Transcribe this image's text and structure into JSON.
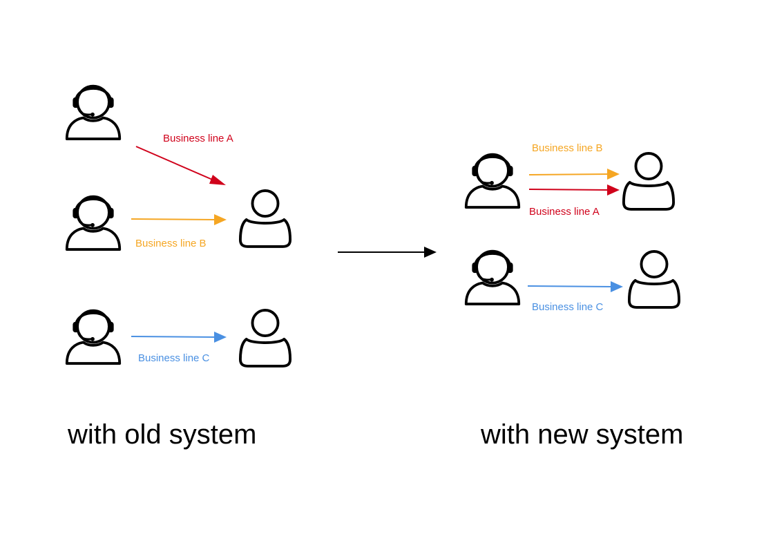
{
  "colors": {
    "business_line_a": "#d0021b",
    "business_line_b": "#f5a623",
    "business_line_c": "#4a90e2",
    "transition": "#000000",
    "icon": "#000000"
  },
  "icons": {
    "agent": "headset-person-icon",
    "customer": "person-icon"
  },
  "old_system": {
    "caption": "with old system",
    "links": [
      {
        "label": "Business line A",
        "color_key": "business_line_a"
      },
      {
        "label": "Business line B",
        "color_key": "business_line_b"
      },
      {
        "label": "Business line C",
        "color_key": "business_line_c"
      }
    ]
  },
  "new_system": {
    "caption": "with new system",
    "links": [
      {
        "label": "Business line B",
        "color_key": "business_line_b"
      },
      {
        "label": "Business line A",
        "color_key": "business_line_a"
      },
      {
        "label": "Business line C",
        "color_key": "business_line_c"
      }
    ]
  }
}
